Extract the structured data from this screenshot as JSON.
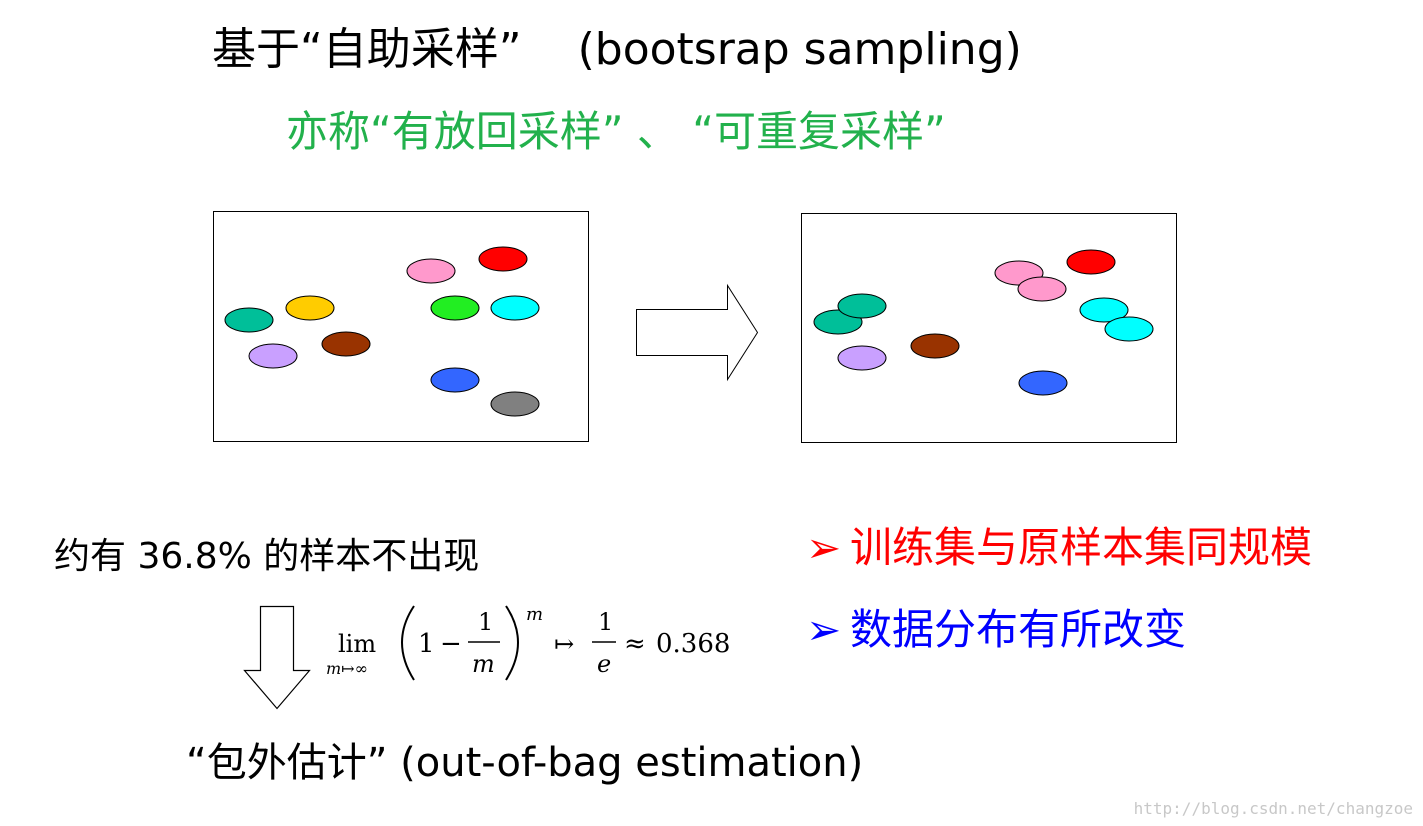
{
  "title": {
    "zh": "基于“自助采样”",
    "en": "(bootsrap sampling)"
  },
  "subtitle": {
    "text": "亦称“有放回采样” 、 “可重复采样”",
    "color": "#22b14c"
  },
  "boxes": {
    "original": {
      "ellipses": [
        {
          "color": "#00bf99",
          "label": "teal"
        },
        {
          "color": "#ffcc00",
          "label": "yellow"
        },
        {
          "color": "#c9a0ff",
          "label": "lavender"
        },
        {
          "color": "#993300",
          "label": "brown"
        },
        {
          "color": "#ff99cc",
          "label": "pink"
        },
        {
          "color": "#ff0000",
          "label": "red"
        },
        {
          "color": "#22ee22",
          "label": "green"
        },
        {
          "color": "#00ffff",
          "label": "cyan"
        },
        {
          "color": "#3366ff",
          "label": "blue"
        },
        {
          "color": "#808080",
          "label": "gray"
        }
      ]
    },
    "sampled": {
      "ellipses": [
        {
          "color": "#00bf99",
          "label": "teal"
        },
        {
          "color": "#00bf99",
          "label": "teal"
        },
        {
          "color": "#c9a0ff",
          "label": "lavender"
        },
        {
          "color": "#993300",
          "label": "brown"
        },
        {
          "color": "#ff99cc",
          "label": "pink"
        },
        {
          "color": "#ff99cc",
          "label": "pink"
        },
        {
          "color": "#ff0000",
          "label": "red"
        },
        {
          "color": "#00ffff",
          "label": "cyan"
        },
        {
          "color": "#00ffff",
          "label": "cyan"
        },
        {
          "color": "#3366ff",
          "label": "blue"
        }
      ]
    }
  },
  "statement": {
    "prefix": "约有",
    "percent": "36.8%",
    "suffix": "的样本不出现"
  },
  "formula": {
    "lim": "lim",
    "lim_sub": "m↦∞",
    "one": "1",
    "minus": "−",
    "frac_num": "1",
    "frac_den": "m",
    "exp": "m",
    "mapsto": "↦",
    "result_num": "1",
    "result_den": "e",
    "approx": "≈",
    "value": "0.368"
  },
  "out_of_bag": {
    "zh": "“包外估计”",
    "en": "(out-of-bag estimation)"
  },
  "bullets": [
    {
      "mark": "➢",
      "text": "训练集与原样本集同规模",
      "color": "#ff0000"
    },
    {
      "mark": "➢",
      "text": "数据分布有所改变",
      "color": "#0000ff"
    }
  ],
  "watermark": "http://blog.csdn.net/changzoe"
}
